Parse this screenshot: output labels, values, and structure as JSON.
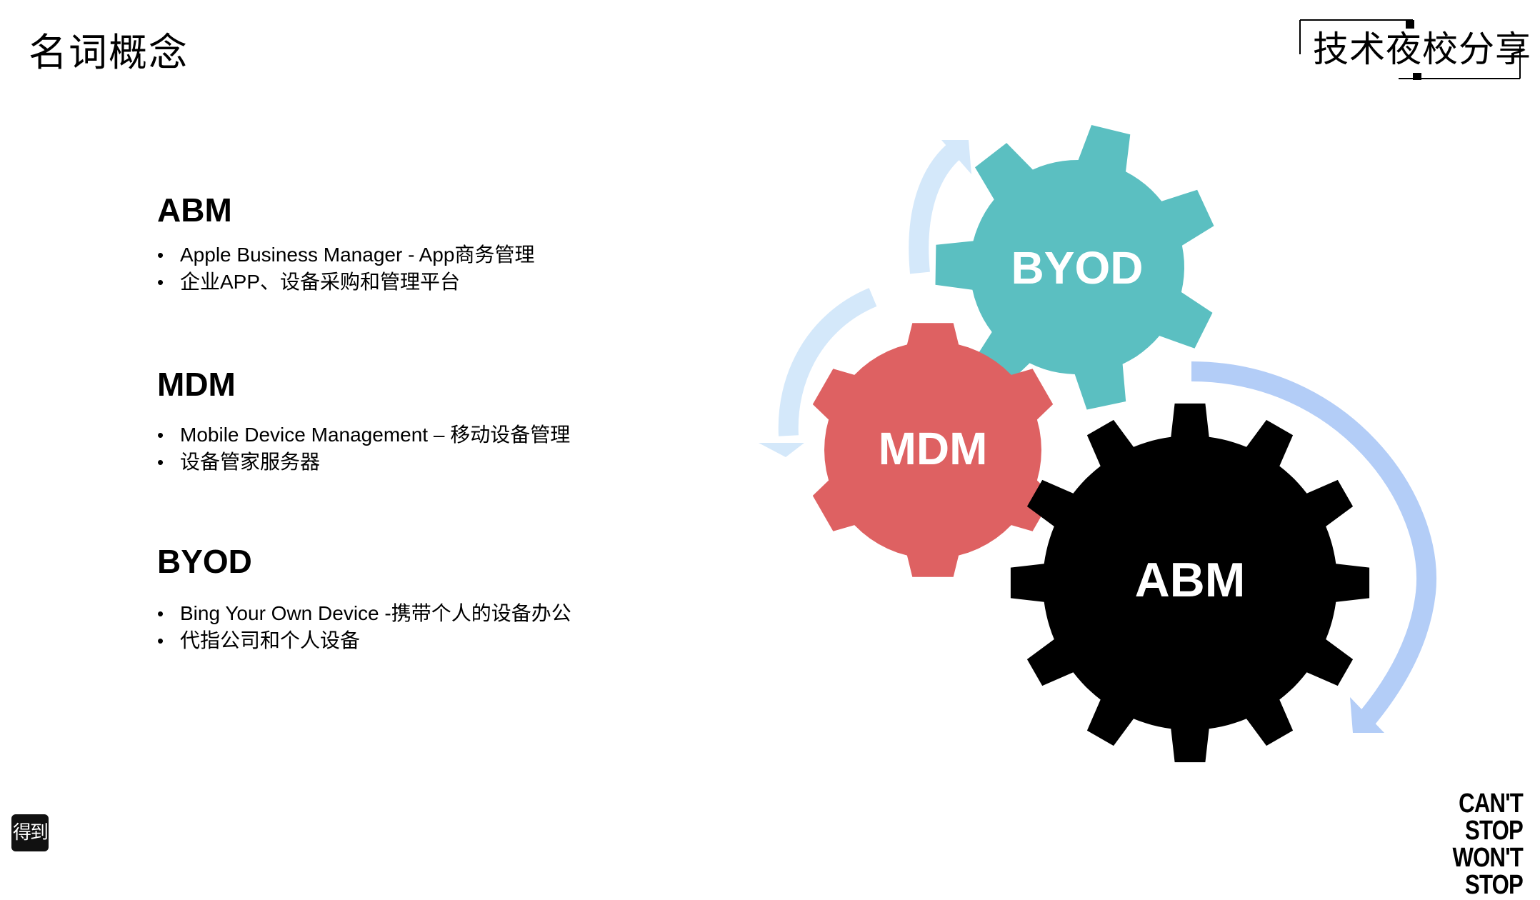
{
  "page_title": "名词概念",
  "brand": "技术夜校分享",
  "sections": [
    {
      "heading": "ABM",
      "bullets": [
        "Apple Business Manager - App商务管理",
        "企业APP、设备采购和管理平台"
      ]
    },
    {
      "heading": "MDM",
      "bullets": [
        "Mobile Device Management – 移动设备管理",
        "设备管家服务器"
      ]
    },
    {
      "heading": "BYOD",
      "bullets": [
        "Bing Your Own Device -携带个人的设备办公",
        "代指公司和个人设备"
      ]
    }
  ],
  "diagram": {
    "gears": [
      {
        "label": "BYOD",
        "color": "#5bbfc1"
      },
      {
        "label": "MDM",
        "color": "#de6162"
      },
      {
        "label": "ABM",
        "color": "#000000"
      }
    ],
    "arrow_colors": {
      "light": "#d4e8fa",
      "medium": "#b3cdf7"
    }
  },
  "footer": {
    "logo_icon": "dedao-logo-icon",
    "logo_text": "得到",
    "slogan_line1": "CAN'T STOP",
    "slogan_line2": "WON'T STOP"
  }
}
